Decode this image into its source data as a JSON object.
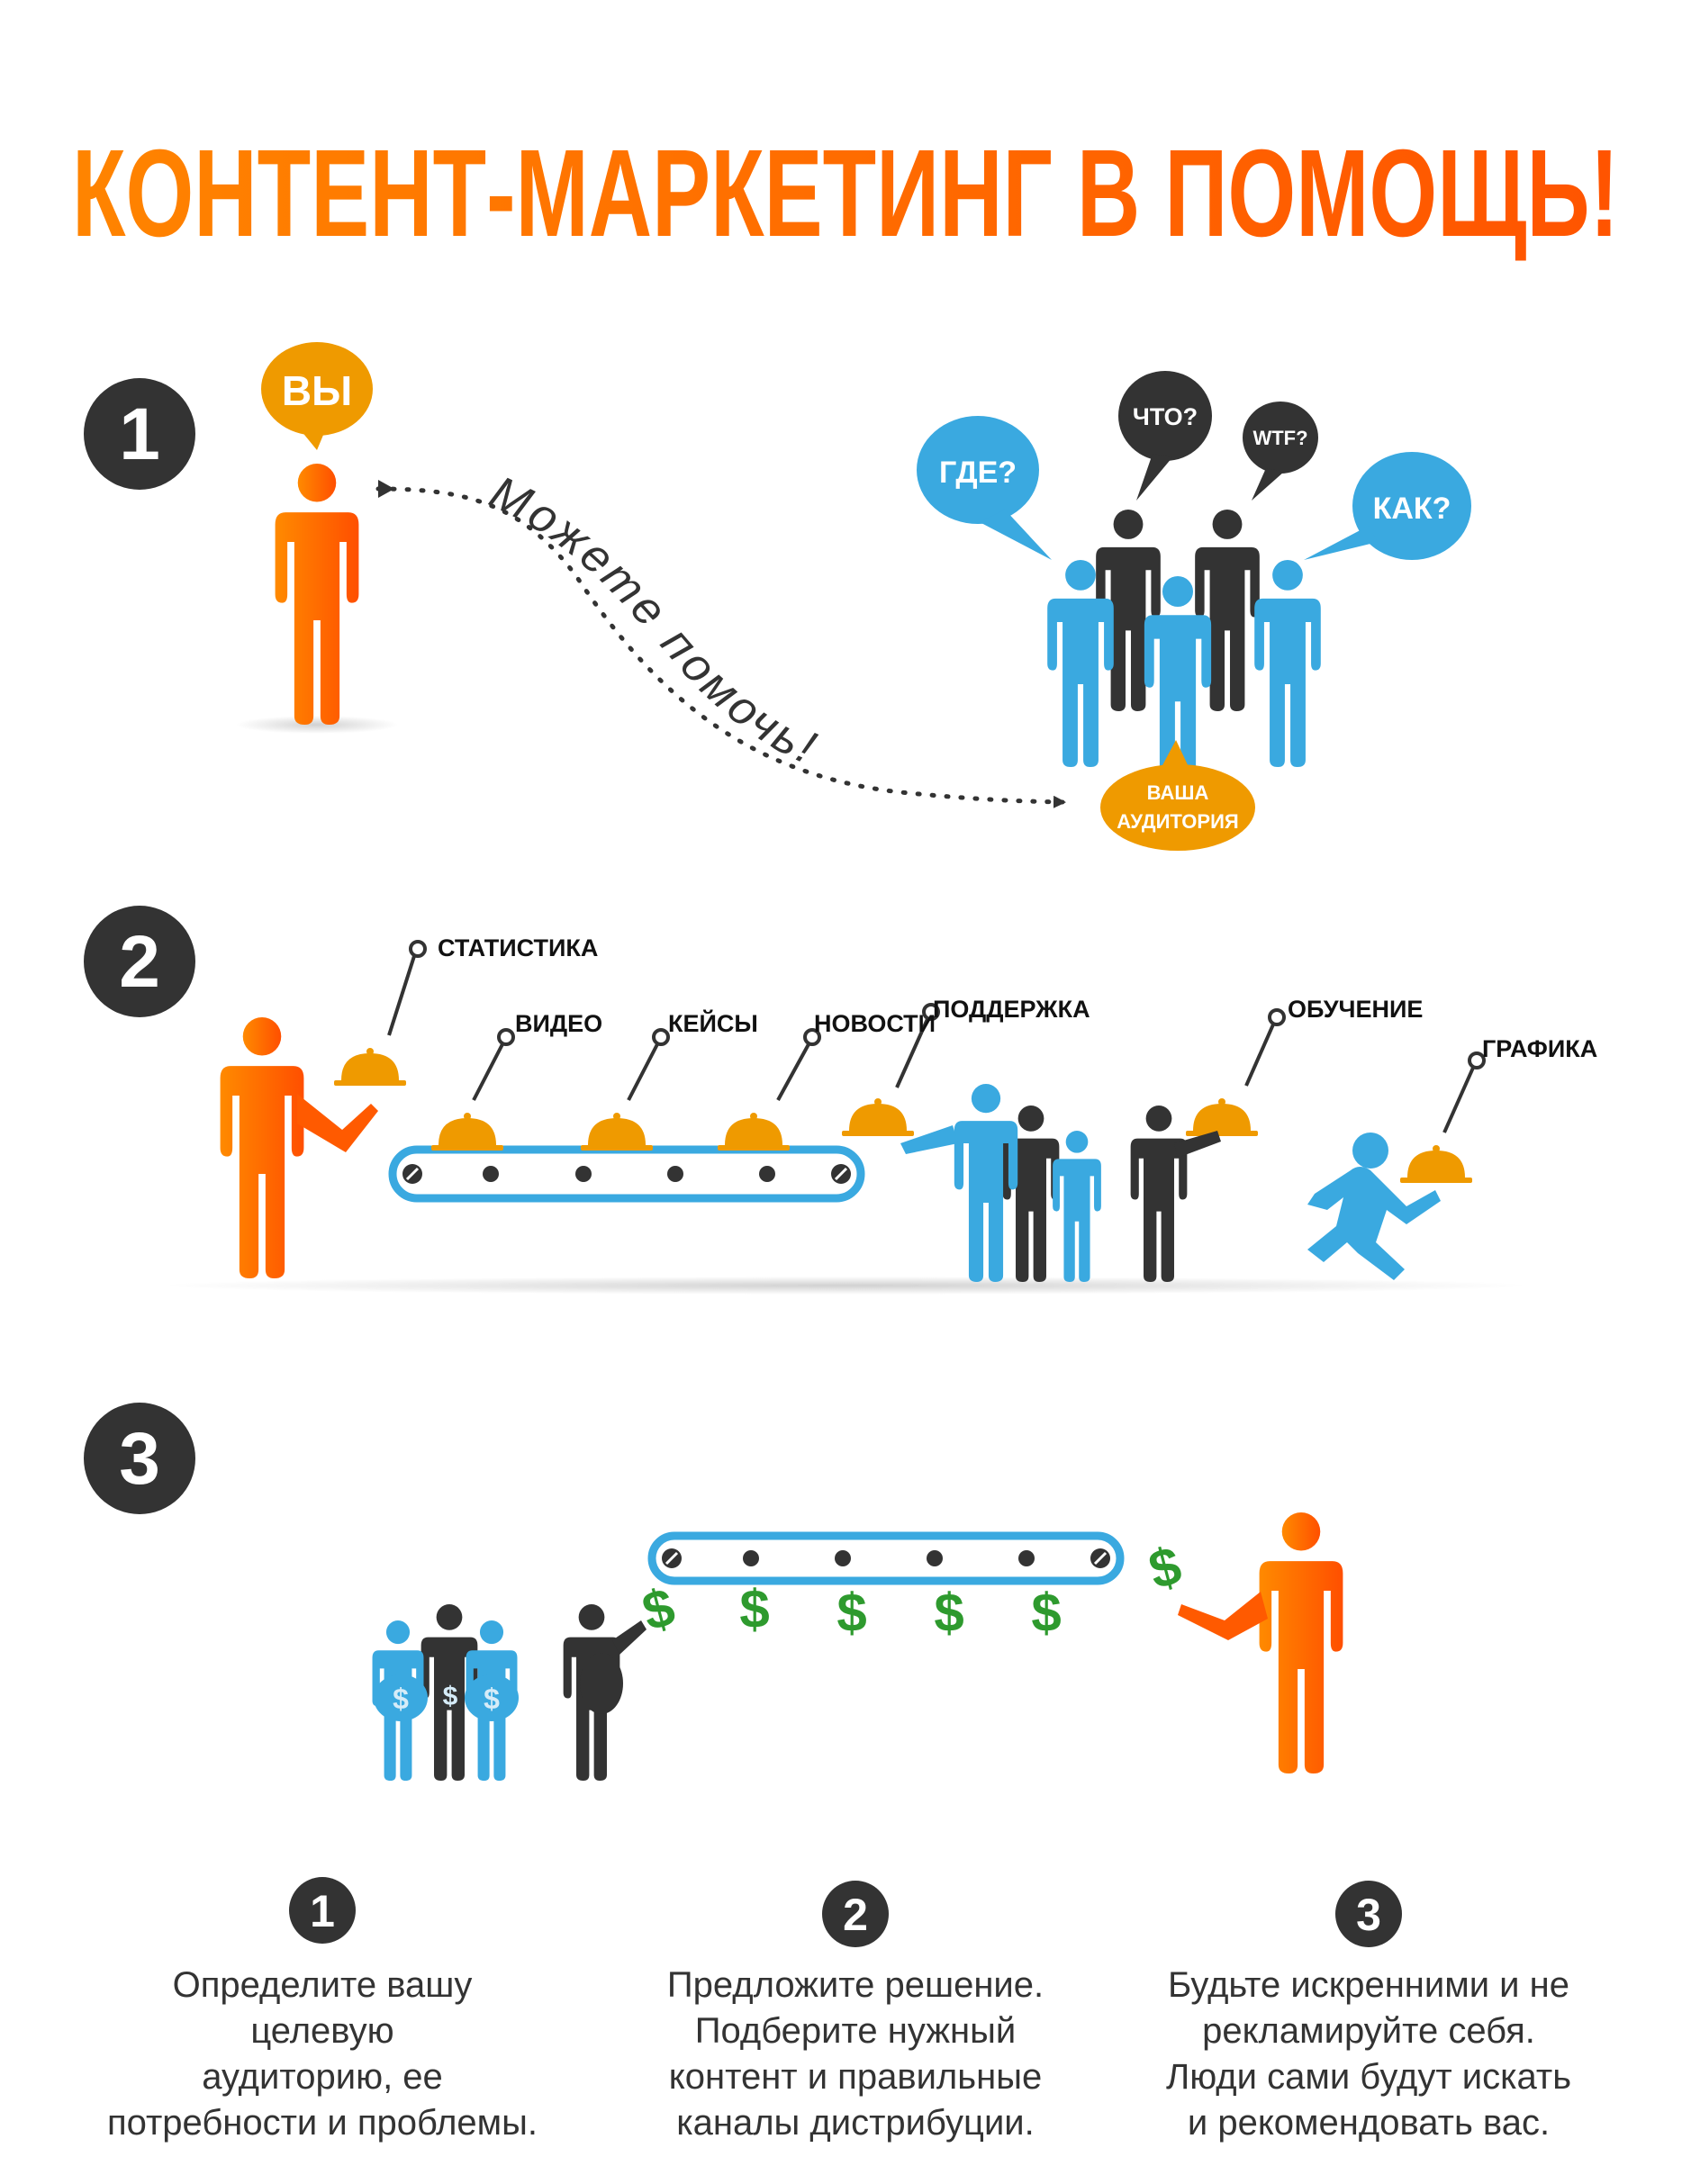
{
  "title": "КОНТЕНТ-МАРКЕТИНГ В ПОМОЩЬ!",
  "colors": {
    "orange": "#ff6a00",
    "amber": "#ef9a00",
    "blue": "#3aa9e0",
    "dark": "#333333",
    "green": "#2e9a2e"
  },
  "step1": {
    "number": "1",
    "you_bubble": "ВЫ",
    "script_text": "Можете помочь!",
    "audience_bubbles": [
      "ГДЕ?",
      "ЧТО?",
      "WTF?",
      "КАК?"
    ],
    "audience_label_line1": "ВАША",
    "audience_label_line2": "АУДИТОРИЯ"
  },
  "step2": {
    "number": "2",
    "content_labels": [
      "СТАТИСТИКА",
      "ВИДЕО",
      "КЕЙСЫ",
      "НОВОСТИ",
      "ПОДДЕРЖКА",
      "ОБУЧЕНИЕ",
      "ГРАФИКА"
    ]
  },
  "step3": {
    "number": "3",
    "money_symbol": "$"
  },
  "summary": [
    {
      "number": "1",
      "lines": [
        "Определите вашу",
        "целевую",
        "аудиторию, ее",
        "потребности и проблемы."
      ]
    },
    {
      "number": "2",
      "lines": [
        "Предложите решение.",
        "Подберите нужный",
        "контент и правильные",
        "каналы дистрибуции."
      ]
    },
    {
      "number": "3",
      "lines": [
        "Будьте искренними и не",
        "рекламируйте себя.",
        "Люди сами будут искать",
        "и рекомендовать вас."
      ]
    }
  ]
}
